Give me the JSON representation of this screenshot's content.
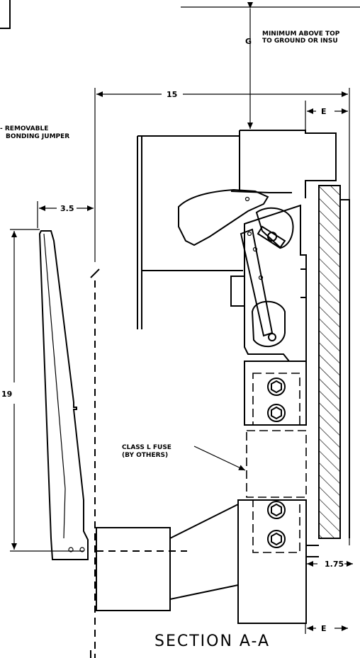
{
  "title": "SECTION A-A",
  "dimensions": {
    "width_15": "15",
    "offset_3_5": "3.5",
    "height_19": "19",
    "e_top": "E",
    "e_bottom": "E",
    "offset_1_75": "1.75",
    "clearance_g": "G"
  },
  "notes": {
    "minimum_line1": "MINIMUM ABOVE TOP",
    "minimum_line2": "TO GROUND OR INSU",
    "jumper_line1": "- REMOVABLE",
    "jumper_line2": "BONDING JUMPER",
    "fuse_line1": "CLASS L FUSE",
    "fuse_line2": "(BY OTHERS)"
  },
  "colors": {
    "ink": "#000000",
    "background": "#ffffff"
  }
}
